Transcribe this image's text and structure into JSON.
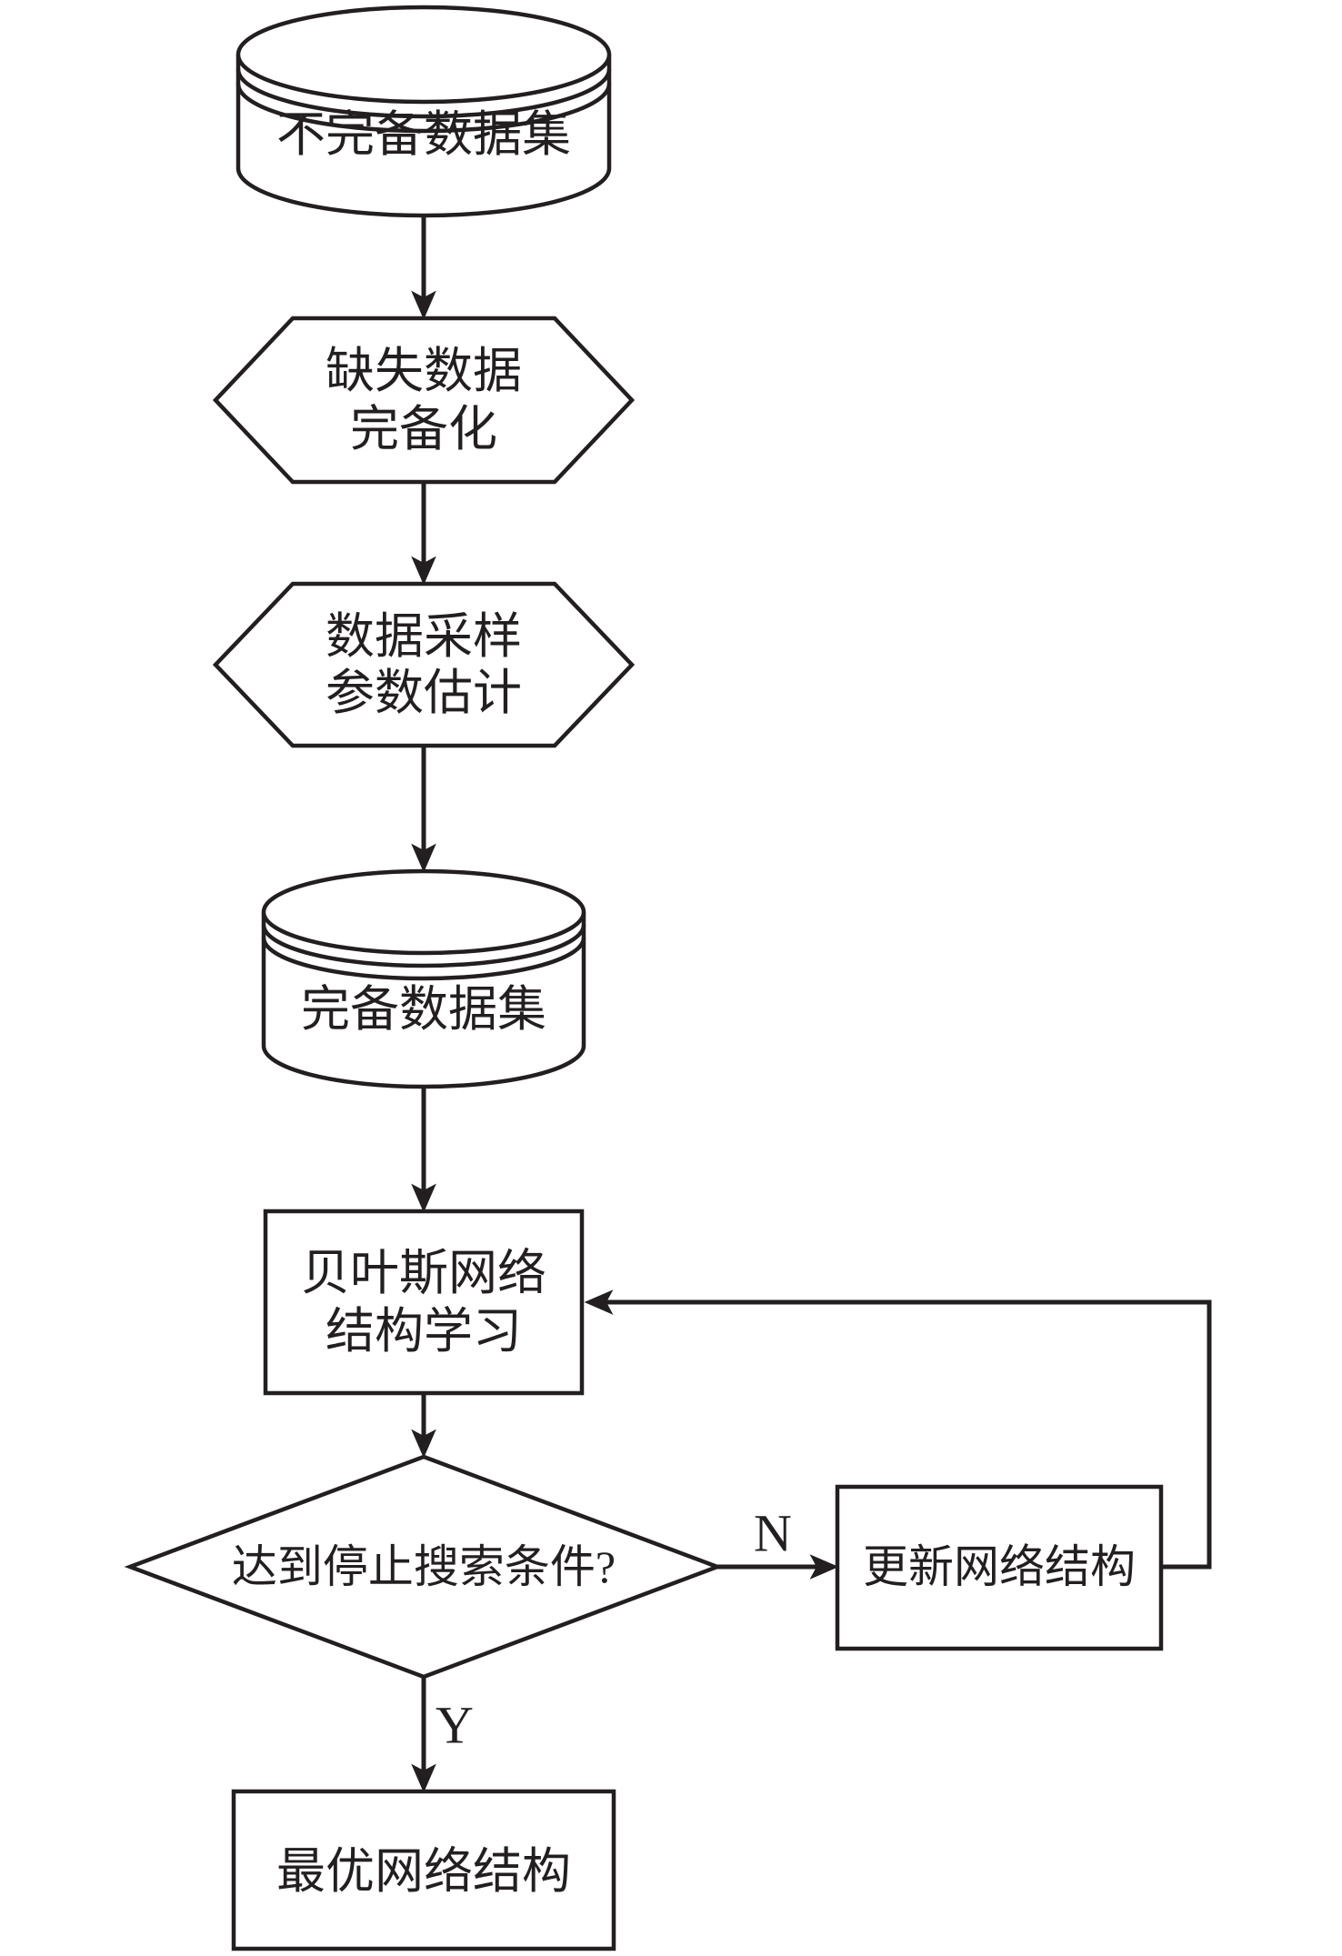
{
  "diagram": {
    "type": "flowchart",
    "colors": {
      "line": "#231f20",
      "background": "#ffffff"
    },
    "nodes": {
      "incomplete_dataset": {
        "shape": "cylinder",
        "label_lines": [
          "不完备数据集"
        ]
      },
      "missing_data_completion": {
        "shape": "hexagon",
        "label_lines": [
          "缺失数据",
          "完备化"
        ]
      },
      "data_sampling_param_estimation": {
        "shape": "hexagon",
        "label_lines": [
          "数据采样",
          "参数估计"
        ]
      },
      "complete_dataset": {
        "shape": "cylinder",
        "label_lines": [
          "完备数据集"
        ]
      },
      "bayesian_network_structure_learning": {
        "shape": "rectangle",
        "label_lines": [
          "贝叶斯网络",
          "结构学习"
        ]
      },
      "stop_search_condition": {
        "shape": "diamond",
        "label_lines": [
          "达到停止搜索条件?"
        ]
      },
      "update_network_structure": {
        "shape": "rectangle",
        "label_lines": [
          "更新网络结构"
        ]
      },
      "optimal_network_structure": {
        "shape": "rectangle",
        "label_lines": [
          "最优网络结构"
        ]
      }
    },
    "edge_labels": {
      "no": "N",
      "yes": "Y"
    }
  }
}
